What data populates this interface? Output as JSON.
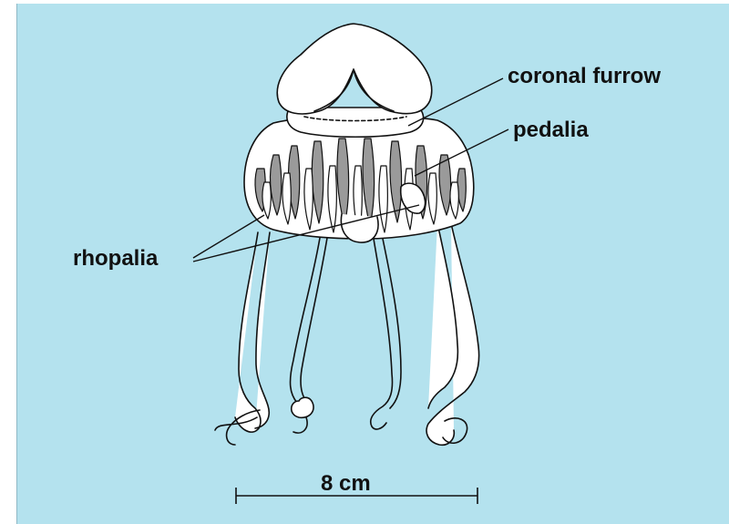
{
  "labels": {
    "coronal_furrow": "coronal furrow",
    "pedalia": "pedalia",
    "rhopalia": "rhopalia"
  },
  "scale_bar": {
    "label": "8 cm"
  },
  "colors": {
    "background": "#b4e2ee",
    "outline": "#111111",
    "body_fill": "#ffffff",
    "shadow_fill": "#9a9a9a"
  }
}
